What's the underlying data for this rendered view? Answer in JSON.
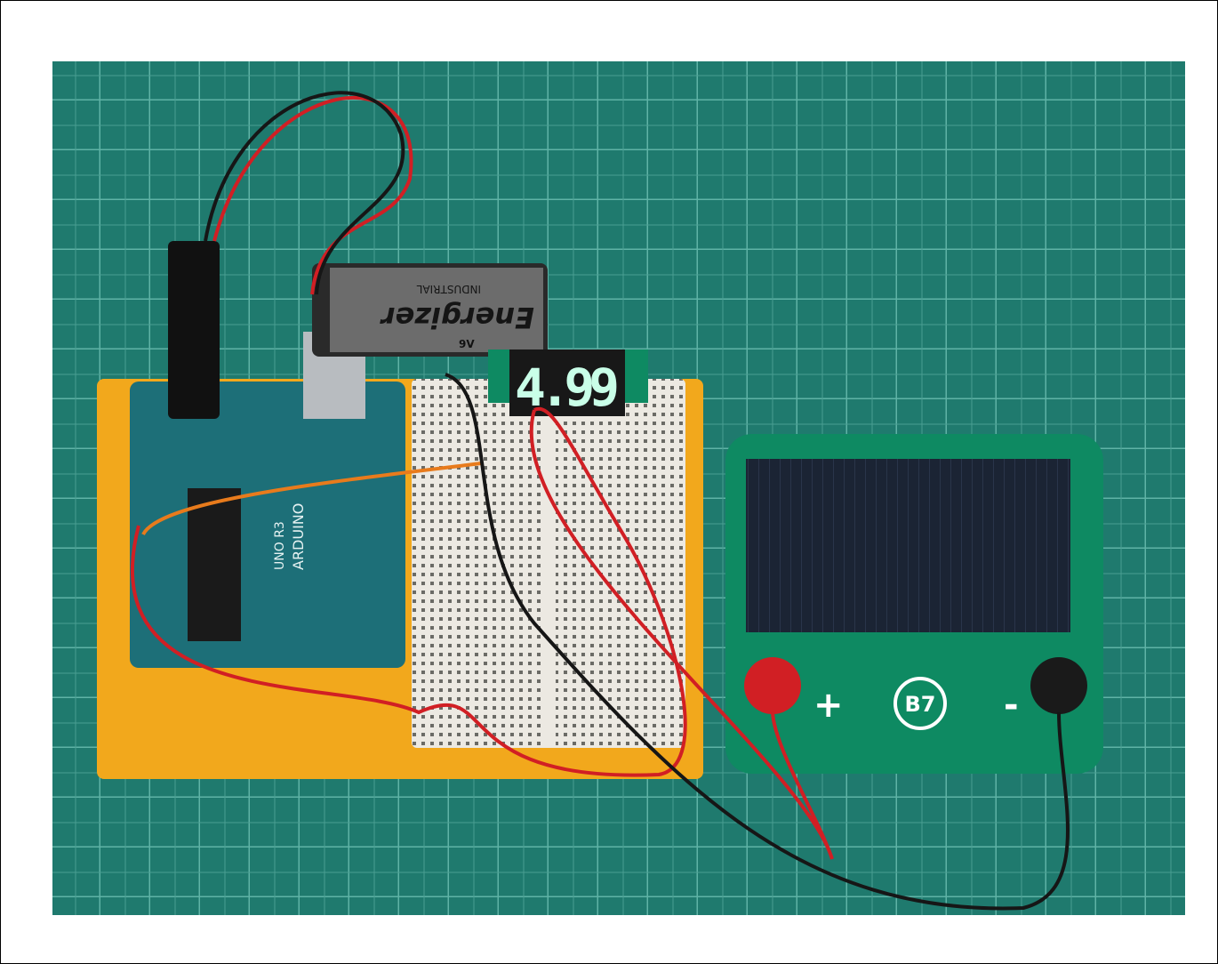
{
  "photo": {
    "colors": {
      "mat": "#1f7a6e",
      "grid": "#5fb3a6",
      "base": "#f2a81c",
      "breadboard": "#ece9e2",
      "arduino": "#1d6f78",
      "solar_panel": "#1b2434",
      "solar_frame": "#0e8a62",
      "led": "#c9ffe8",
      "wire_red": "#d11f24",
      "wire_black": "#161616",
      "wire_orange": "#e87b1c"
    },
    "battery": {
      "brand": "Energizer",
      "line": "INDUSTRIAL",
      "voltage": "9V"
    },
    "voltmeter": {
      "reading": "4.99"
    },
    "arduino": {
      "model": "UNO R3",
      "brand": "ARDUINO"
    },
    "solar_module": {
      "plus": "+",
      "label": "B7",
      "minus": "-"
    }
  }
}
